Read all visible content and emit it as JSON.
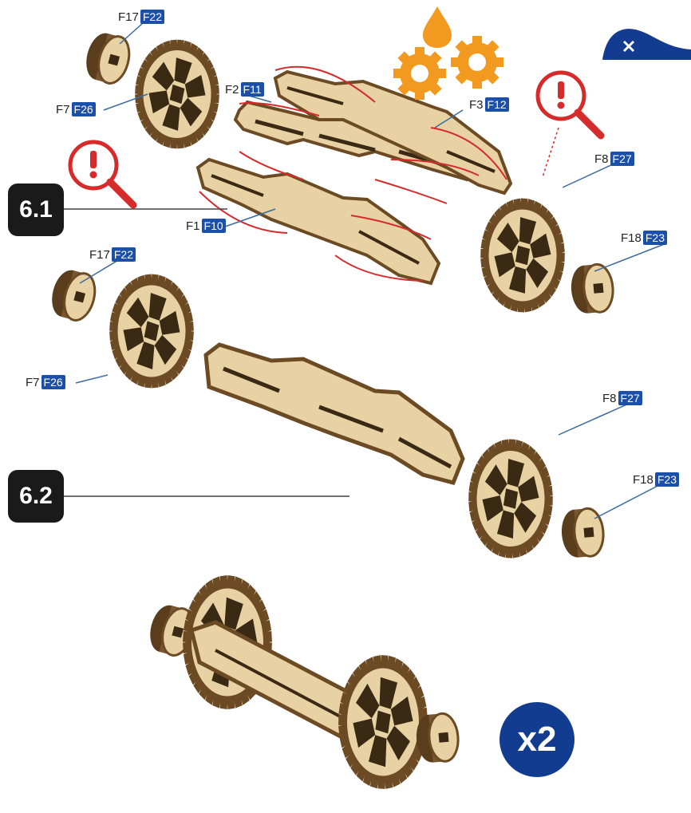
{
  "steps": {
    "step_1": "6.1",
    "step_2": "6.2"
  },
  "labels": [
    {
      "name": "F17",
      "code": "F22"
    },
    {
      "name": "F7",
      "code": "F26"
    },
    {
      "name": "F2",
      "code": "F11"
    },
    {
      "name": "F3",
      "code": "F12"
    },
    {
      "name": "F8",
      "code": "F27"
    },
    {
      "name": "F1",
      "code": "F10"
    },
    {
      "name": "F18",
      "code": "F23"
    },
    {
      "name": "F17",
      "code": "F22"
    },
    {
      "name": "F7",
      "code": "F26"
    },
    {
      "name": "F8",
      "code": "F27"
    },
    {
      "name": "F18",
      "code": "F23"
    }
  ],
  "quantity": "x2",
  "icons": {
    "warning": "warning-magnifier-icon",
    "lubricate": "oil-gears-icon",
    "close": "close-tab-icon"
  },
  "colors": {
    "wood_face": "#e8d2a4",
    "wood_edge": "#6b4a24",
    "warning_red": "#d62b2b",
    "gear_orange": "#f29a1f",
    "brand_blue": "#123c8f",
    "code_blue": "#1b4fa8"
  }
}
